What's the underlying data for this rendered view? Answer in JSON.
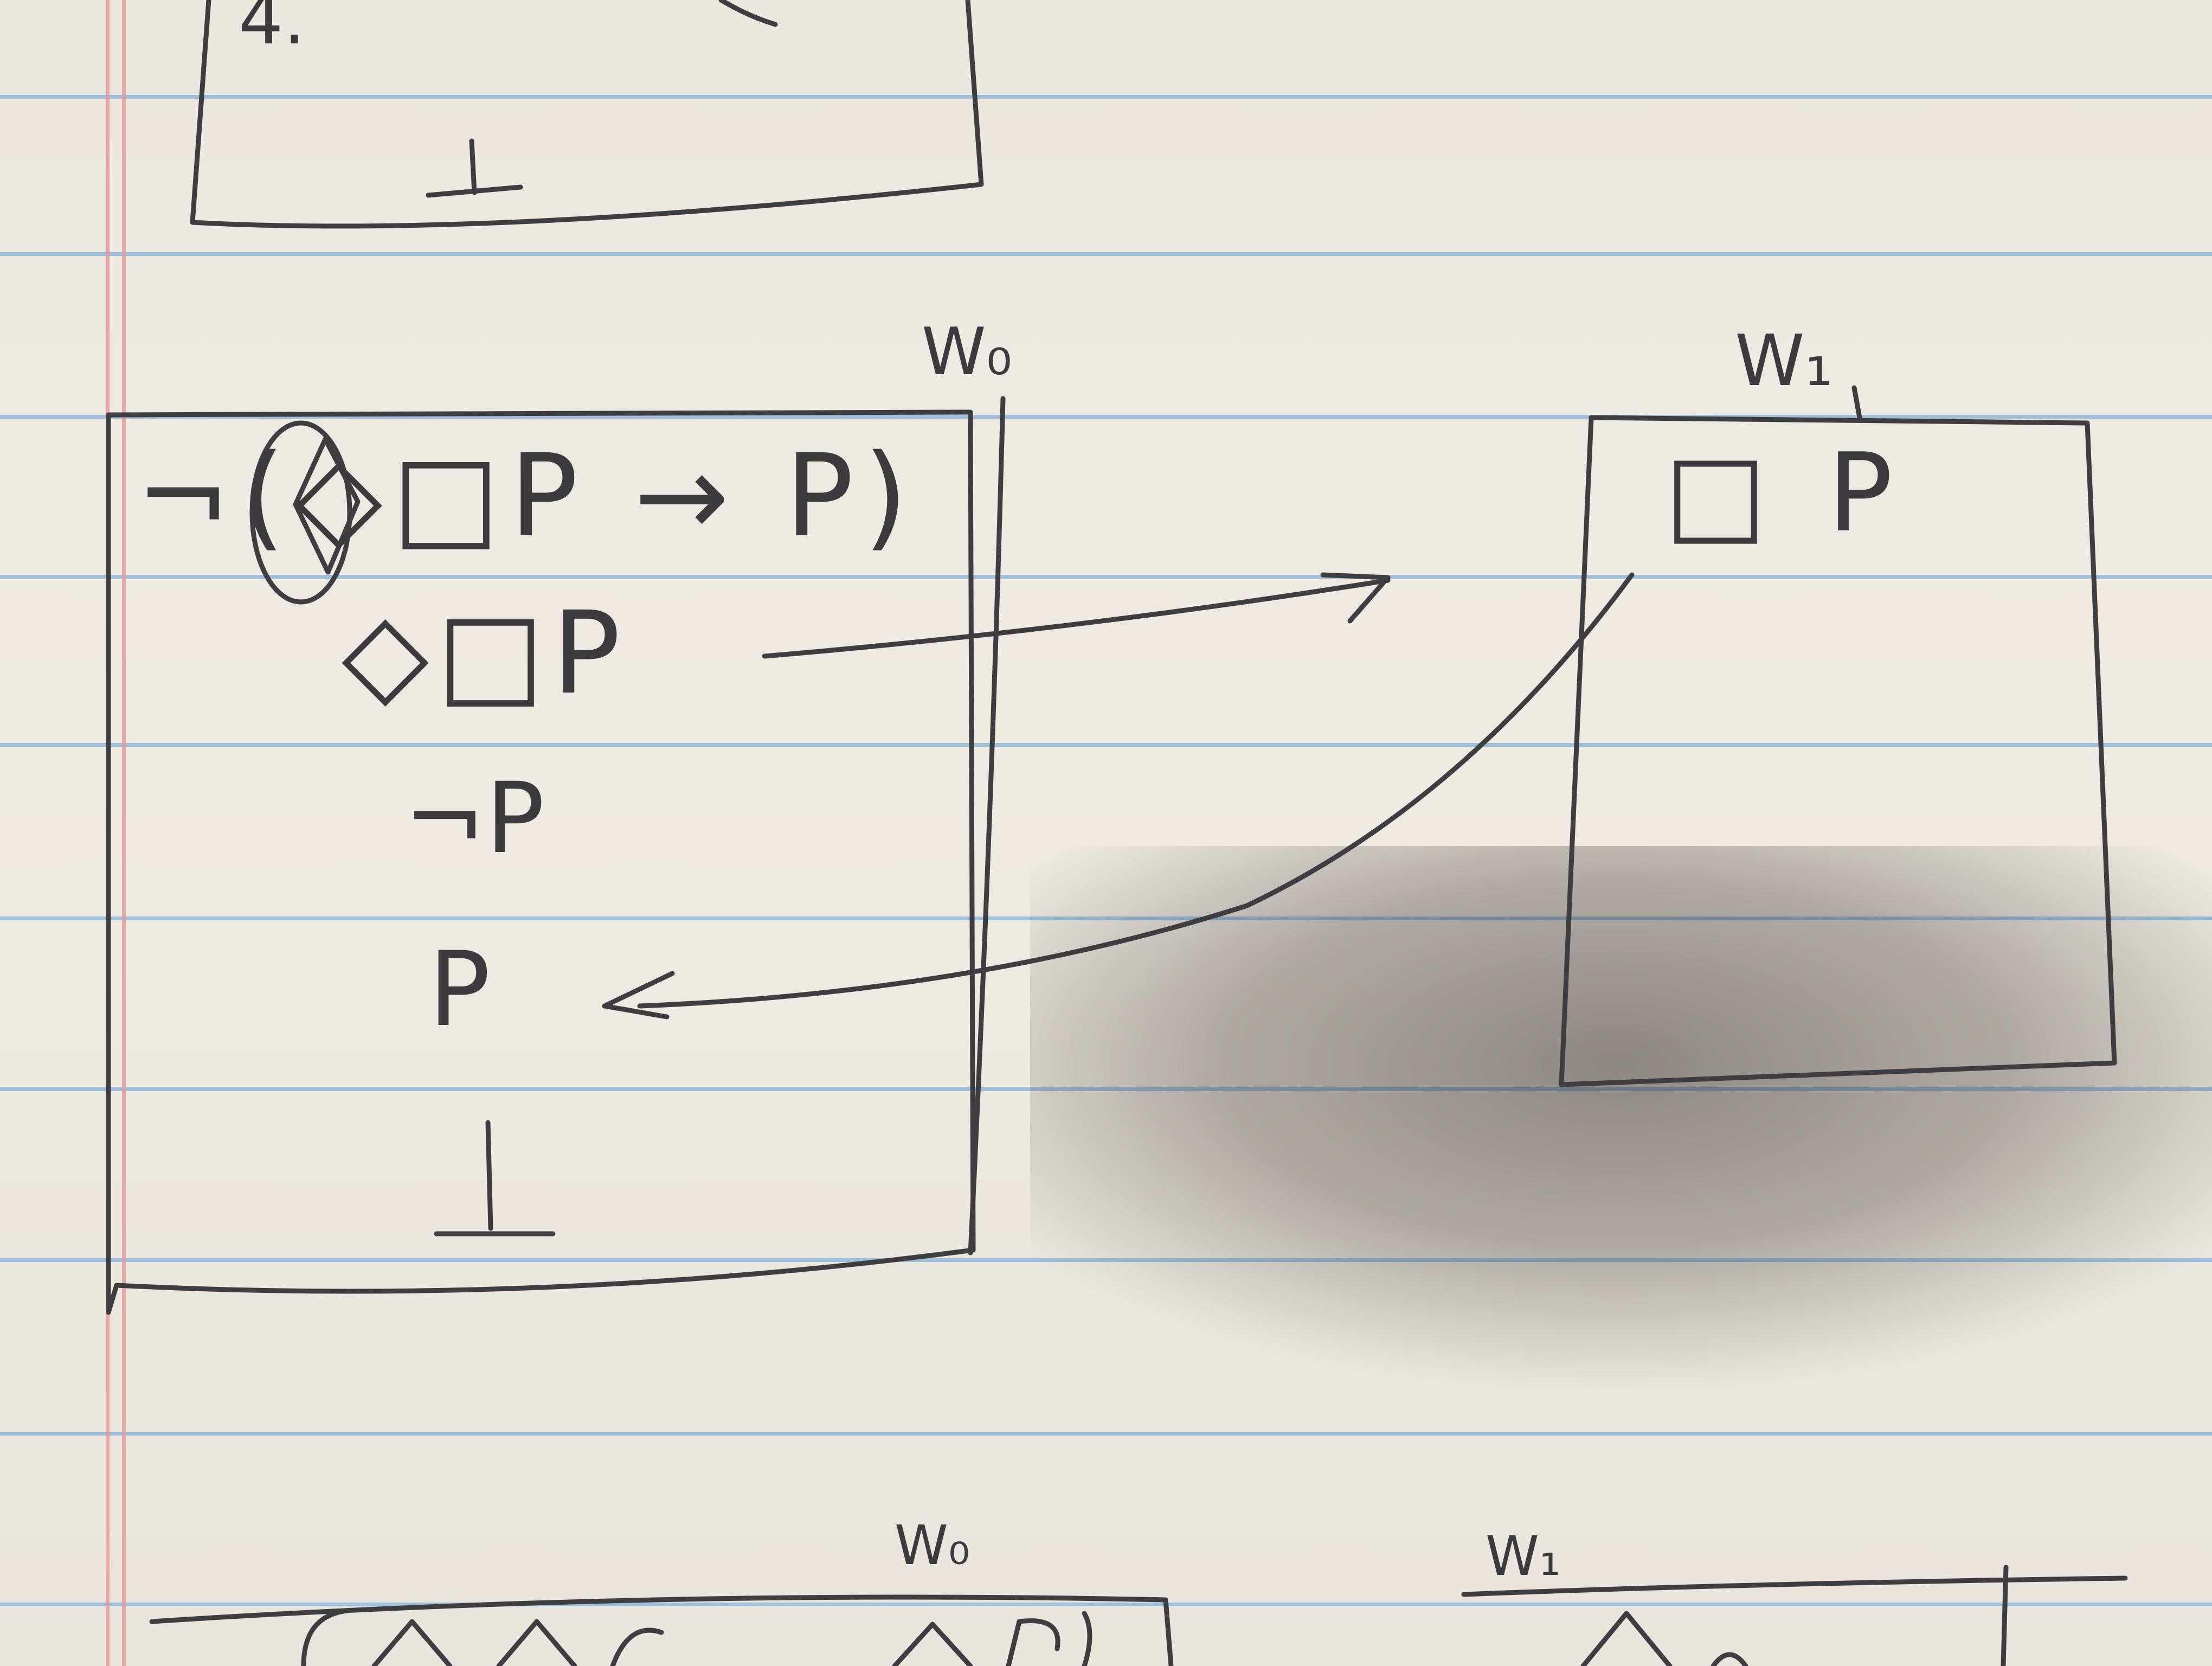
{
  "top_box": {
    "number": "4.",
    "falsum": "⊥"
  },
  "main_diagram": {
    "world_left": {
      "label": "W₀",
      "lines": {
        "negated_formula": "¬(◇□P → P)",
        "diamond_box_p": "◇□P",
        "not_p": "¬P",
        "p": "P",
        "falsum": "⊥"
      }
    },
    "world_right": {
      "label": "W₁",
      "box_p": "□ P"
    }
  },
  "bottom_diagram": {
    "world_left_label": "W₀",
    "world_right_label": "W₁"
  },
  "colors": {
    "paper": "#ece9e1",
    "rule_line": "#8fb6d8",
    "margin_line": "#e59a9c",
    "pencil": "#3e3d3f"
  }
}
